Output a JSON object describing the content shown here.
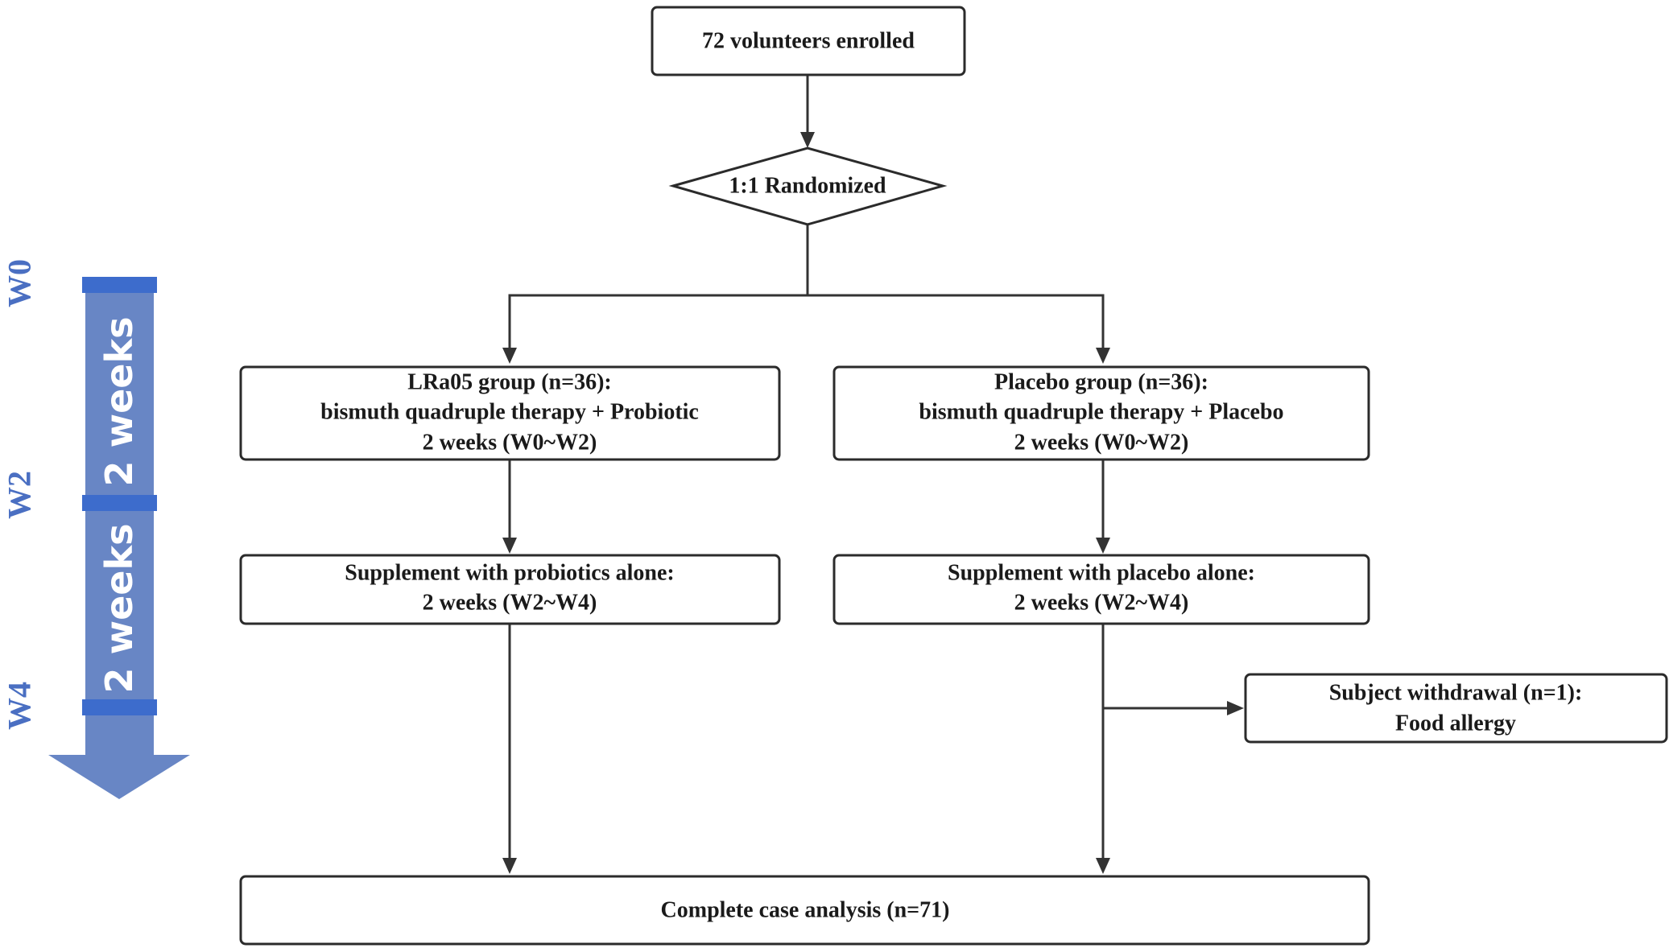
{
  "timeline": {
    "markers": [
      "W0",
      "W2",
      "W4"
    ],
    "durations": [
      "2 weeks",
      "2 weeks"
    ],
    "colors": {
      "arrow": "#6886c5",
      "marker": "#3d6ccc",
      "label": "#4a6fc2"
    }
  },
  "enrolled": "72 volunteers enrolled",
  "randomized": "1:1 Randomized",
  "groups": {
    "lra05": {
      "title": "LRa05 group (n=36):",
      "regimen": "bismuth quadruple therapy + Probiotic",
      "period": "2 weeks (W0~W2)",
      "supplement_title": "Supplement with probiotics alone:",
      "supplement_period": "2 weeks (W2~W4)"
    },
    "placebo": {
      "title": "Placebo group (n=36):",
      "regimen": "bismuth quadruple therapy + Placebo",
      "period": "2 weeks (W0~W2)",
      "supplement_title": "Supplement with placebo alone:",
      "supplement_period": "2 weeks (W2~W4)"
    }
  },
  "withdrawal": {
    "title": "Subject withdrawal (n=1):",
    "reason": "Food allergy"
  },
  "analysis": "Complete case analysis (n=71)"
}
